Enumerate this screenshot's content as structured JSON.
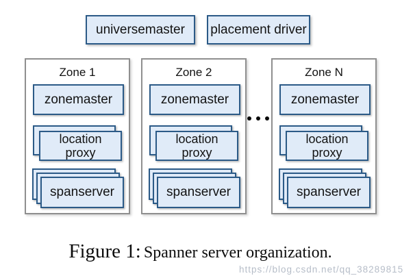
{
  "figure": {
    "top_boxes": {
      "universemaster": "universemaster",
      "placement_driver": "placement driver"
    },
    "zones": [
      {
        "title": "Zone 1",
        "components": {
          "zonemaster": "zonemaster",
          "location_proxy": "location proxy",
          "spanserver": "spanserver"
        }
      },
      {
        "title": "Zone 2",
        "components": {
          "zonemaster": "zonemaster",
          "location_proxy": "location proxy",
          "spanserver": "spanserver"
        }
      },
      {
        "title": "Zone N",
        "components": {
          "zonemaster": "zonemaster",
          "location_proxy": "location proxy",
          "spanserver": "spanserver"
        }
      }
    ],
    "ellipsis": "...",
    "stack_counts": {
      "location_proxy": 2,
      "spanserver": 3
    }
  },
  "caption": {
    "label": "Figure 1:",
    "text": "Spanner server organization."
  },
  "watermark": "https://blog.csdn.net/qq_38289815",
  "colors": {
    "box_fill": "#e0ebf8",
    "box_border": "#2b5a87",
    "zone_border": "#8f8f8f",
    "text": "#111111",
    "watermark": "#b2b9c5",
    "background": "#ffffff"
  }
}
